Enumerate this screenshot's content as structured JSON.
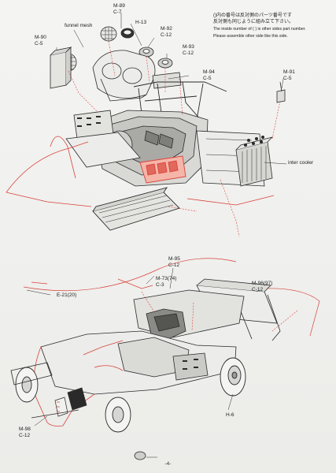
{
  "note": {
    "jp_line1": "()内の番号は反対側のパーツ番号です",
    "jp_line2": "反対側も同じように組み立て下さい。",
    "en_line1": "The inside number of ( ) is other sides part number.",
    "en_line2": "Please assemble other side like this side."
  },
  "callouts": {
    "m89": {
      "part": "M-89",
      "code": "C-7"
    },
    "funnel": {
      "text": "funnel mesh"
    },
    "h13": {
      "part": "H-13"
    },
    "m92": {
      "part": "M-92",
      "code": "C-12"
    },
    "m90": {
      "part": "M-90",
      "code": "C-5"
    },
    "m93": {
      "part": "M-93",
      "code": "C-12"
    },
    "m94": {
      "part": "M-94",
      "code": "C-5"
    },
    "m91": {
      "part": "M-91",
      "code": "C-5"
    },
    "intercooler": {
      "text": "inter cooler"
    },
    "m95": {
      "part": "M-95",
      "code": "C-12"
    },
    "m73": {
      "part": "M-73(74)",
      "code": "C-3"
    },
    "m96": {
      "part": "M-96(97)",
      "code": "C-12"
    },
    "e21": {
      "part": "E-21(20)"
    },
    "h6": {
      "part": "H-6"
    },
    "m98": {
      "part": "M-98",
      "code": "C-12"
    }
  },
  "page_number": "-4-",
  "colors": {
    "ink": "#2a2a2a",
    "red": "#d8433a",
    "paper": "#f1f1ef"
  }
}
